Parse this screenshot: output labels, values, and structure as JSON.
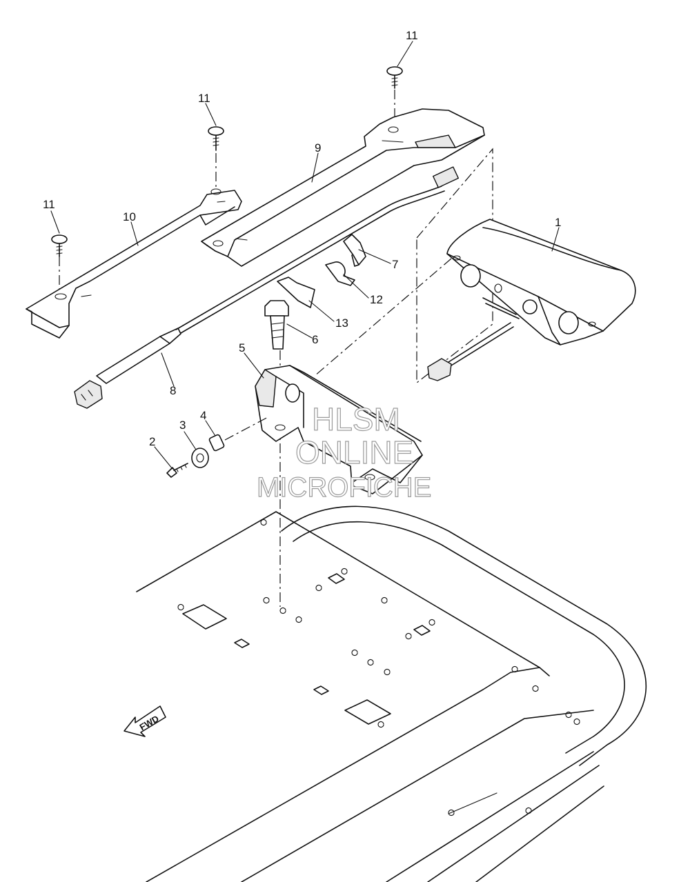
{
  "callouts": {
    "c1": "1",
    "c2": "2",
    "c3": "3",
    "c4": "4",
    "c5": "5",
    "c6": "6",
    "c7": "7",
    "c8": "8",
    "c9": "9",
    "c10": "10",
    "c11a": "11",
    "c11b": "11",
    "c11c": "11",
    "c12": "12",
    "c13": "13"
  },
  "fwd_label": "FWD",
  "watermark": {
    "line1": "HLSM",
    "line2": "ONLINE",
    "line3": "MICROFICHE"
  }
}
